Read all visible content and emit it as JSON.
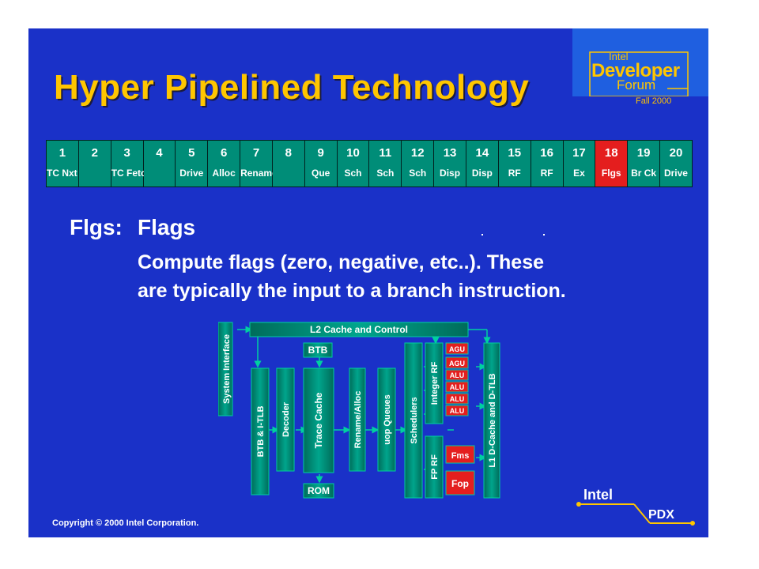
{
  "title": "Hyper Pipelined Technology",
  "logo": {
    "line1": "Intel",
    "line2": "Developer",
    "line3": "Forum",
    "line4": "Fall 2000"
  },
  "pipeline": [
    {
      "num": "1",
      "label": "TC Nxt IP"
    },
    {
      "num": "2",
      "label": ""
    },
    {
      "num": "3",
      "label": "TC Fetch"
    },
    {
      "num": "4",
      "label": ""
    },
    {
      "num": "5",
      "label": "Drive"
    },
    {
      "num": "6",
      "label": "Alloc"
    },
    {
      "num": "7",
      "label": "Rename"
    },
    {
      "num": "8",
      "label": ""
    },
    {
      "num": "9",
      "label": "Que"
    },
    {
      "num": "10",
      "label": "Sch"
    },
    {
      "num": "11",
      "label": "Sch"
    },
    {
      "num": "12",
      "label": "Sch"
    },
    {
      "num": "13",
      "label": "Disp"
    },
    {
      "num": "14",
      "label": "Disp"
    },
    {
      "num": "15",
      "label": "RF"
    },
    {
      "num": "16",
      "label": "RF"
    },
    {
      "num": "17",
      "label": "Ex"
    },
    {
      "num": "18",
      "label": "Flgs"
    },
    {
      "num": "19",
      "label": "Br Ck"
    },
    {
      "num": "20",
      "label": "Drive"
    }
  ],
  "highlight_color": "#e41e1e",
  "stage_color": "#008d78",
  "term": "Flgs:",
  "term_name": "Flags",
  "description_line1": "Compute flags (zero, negative, etc..).  These",
  "description_line2": "are typically the input to a branch instruction.",
  "diagram": {
    "l2": "L2 Cache and Control",
    "sys": "System Interface",
    "btb": "BTB",
    "btb_itlb": "BTB & I-TLB",
    "decoder": "Decoder",
    "trace": "Trace Cache",
    "rom": "ROM",
    "rename": "Rename/Alloc",
    "uop": "uop Queues",
    "sched": "Schedulers",
    "intrf": "Integer RF",
    "fprf": "FP RF",
    "l1": "L1 D-Cache and D-TLB",
    "units": [
      "AGU",
      "AGU",
      "ALU",
      "ALU",
      "ALU",
      "ALU"
    ],
    "fms": "Fms",
    "fop": "Fop"
  },
  "copyright": "Copyright © 2000 Intel Corporation.",
  "footer_logo": {
    "top": "Intel",
    "bottom": "PDX"
  }
}
